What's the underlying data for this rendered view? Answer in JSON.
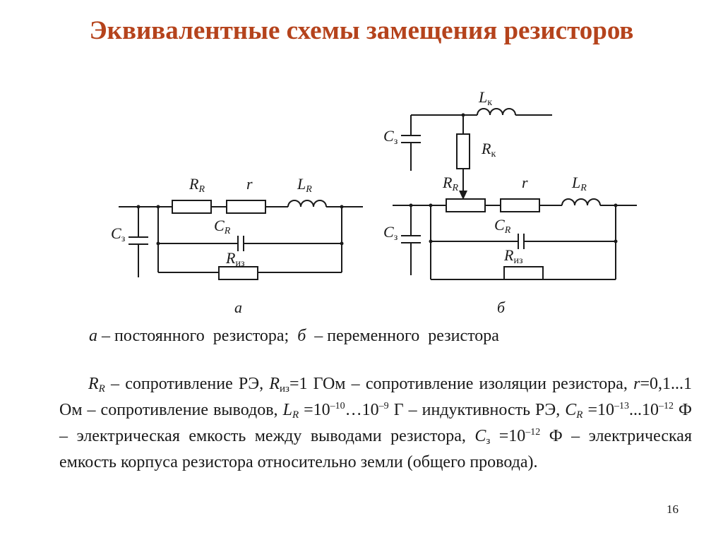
{
  "title": "Эквивалентные схемы замещения резисторов",
  "colors": {
    "title": "#b5431c",
    "text": "#1a1a1a",
    "line": "#1a1a1a"
  },
  "circuit_a": {
    "label_RR_main": "R",
    "label_RR_sub": "R",
    "label_r": "r",
    "label_LR_main": "L",
    "label_LR_sub": "R",
    "label_CR_main": "C",
    "label_CR_sub": "R",
    "label_Riz_main": "R",
    "label_Riz_sub": "из",
    "label_Cz_main": "C",
    "label_Cz_sub": "з",
    "letter": "а"
  },
  "circuit_b": {
    "label_Lk_main": "L",
    "label_Lk_sub": "к",
    "label_Rk_main": "R",
    "label_Rk_sub": "к",
    "label_Cz_top_main": "C",
    "label_Cz_top_sub": "з",
    "label_RR_main": "R",
    "label_RR_sub": "R",
    "label_r": "r",
    "label_LR_main": "L",
    "label_LR_sub": "R",
    "label_CR_main": "C",
    "label_CR_sub": "R",
    "label_Riz_main": "R",
    "label_Riz_sub": "из",
    "label_Cz_main": "C",
    "label_Cz_sub": "з",
    "letter": "б"
  },
  "caption": {
    "a_letter": "а",
    "a_text": " – постоянного  резистора;  ",
    "b_letter": "б",
    "b_text": "  – переменного  резистора"
  },
  "description": {
    "RR_main": "R",
    "RR_sub": "R",
    "t1": " – сопротивление РЭ, ",
    "Riz_main": "R",
    "Riz_sub": "из",
    "t2": "=1 ГОм – сопротивление изоляции резистора, ",
    "r": "r",
    "t3": "=0,1...1 Ом – сопротивление выводов, ",
    "LR_main": "L",
    "LR_sub": "R",
    "t4": " =10",
    "e1": "–10",
    "t5": "…10",
    "e2": "–9",
    "t6": " Г – индуктивность РЭ, ",
    "CR_main": "C",
    "CR_sub": "R",
    "t7": " =10",
    "e3": "–13",
    "t8": "...10",
    "e4": "–12",
    "t9": " Ф – электрическая емкость между выводами резистора, ",
    "Cz_main": "C",
    "Cz_sub": "з",
    "t10": " =10",
    "e5": "–12",
    "t11": " Ф – электрическая емкость корпуса резистора относительно земли (общего провода)."
  },
  "page_number": "16"
}
